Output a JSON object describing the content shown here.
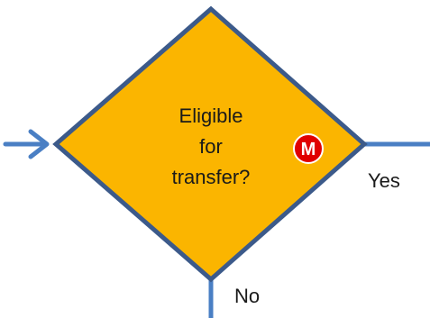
{
  "decision": {
    "lines": [
      "Eligible",
      "for",
      "transfer?"
    ]
  },
  "badge": {
    "letter": "M"
  },
  "branches": {
    "yes_label": "Yes",
    "no_label": "No"
  },
  "colors": {
    "diamond_fill": "#FBB500",
    "diamond_stroke": "#3C5A8A",
    "connector": "#4A7FC4",
    "badge_fill": "#E00000",
    "badge_stroke": "#FFFFFF"
  }
}
